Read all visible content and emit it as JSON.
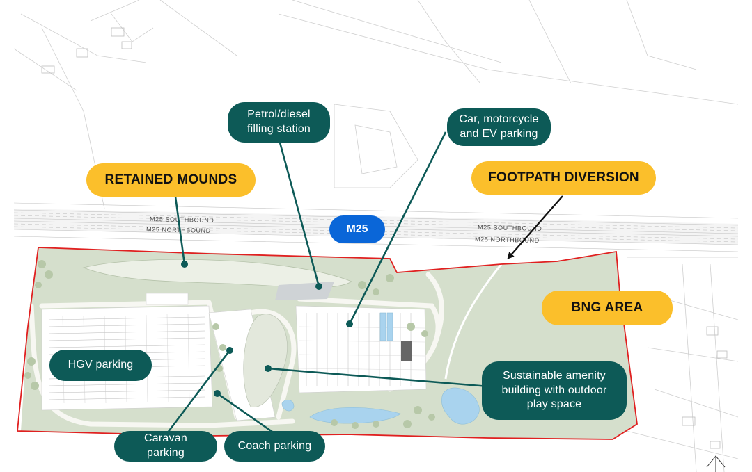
{
  "callouts": {
    "petrol": "Petrol/diesel\nfilling station",
    "car_parking": "Car, motorcycle\nand EV parking",
    "hgv_parking": "HGV parking",
    "amenity": "Sustainable amenity\nbuilding with outdoor\nplay space",
    "caravan_parking": "Caravan parking",
    "coach_parking": "Coach parking"
  },
  "highlights": {
    "retained_mounds": "RETAINED MOUNDS",
    "footpath_diversion": "FOOTPATH DIVERSION",
    "bng_area": "BNG AREA"
  },
  "motorway_badge": "M25",
  "road_labels": {
    "southbound_west": "M25 SOUTHBOUND",
    "northbound_west": "M25 NORTHBOUND",
    "southbound_east": "M25 SOUTHBOUND",
    "northbound_east": "M25 NORTHBOUND"
  },
  "colors": {
    "site_boundary": "#e02020",
    "teal_label": "#0d5a57",
    "highlight_label": "#fbbf2b",
    "motorway_badge": "#0a66d8",
    "landscape_green": "#d5dfcc",
    "water": "#a9d3ee"
  }
}
